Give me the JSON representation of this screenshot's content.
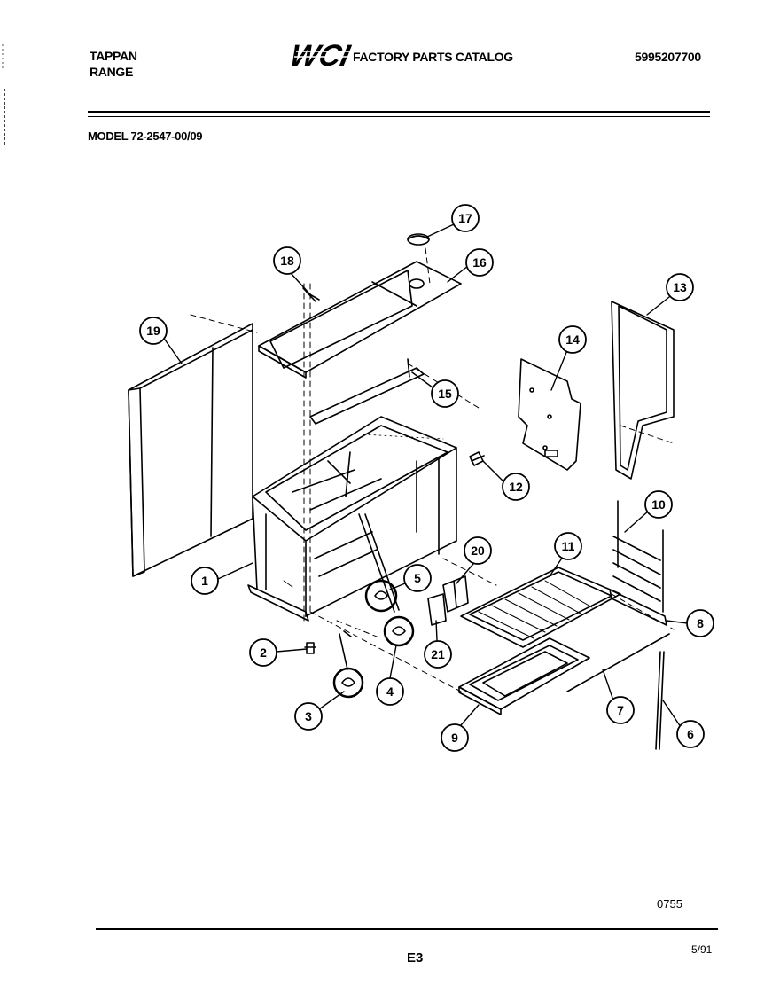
{
  "header": {
    "brand_line1": "TAPPAN",
    "brand_line2": "RANGE",
    "logo_text": "WCI",
    "catalog_title": "FACTORY PARTS CATALOG",
    "catalog_number": "5995207700",
    "model": "MODEL 72-2547-00/09"
  },
  "parts": [
    {
      "id": "1",
      "label": "1"
    },
    {
      "id": "2",
      "label": "2"
    },
    {
      "id": "3",
      "label": "3"
    },
    {
      "id": "4",
      "label": "4"
    },
    {
      "id": "5",
      "label": "5"
    },
    {
      "id": "6",
      "label": "6"
    },
    {
      "id": "7",
      "label": "7"
    },
    {
      "id": "8",
      "label": "8"
    },
    {
      "id": "9",
      "label": "9"
    },
    {
      "id": "10",
      "label": "10"
    },
    {
      "id": "11",
      "label": "11"
    },
    {
      "id": "12",
      "label": "12"
    },
    {
      "id": "13",
      "label": "13"
    },
    {
      "id": "14",
      "label": "14"
    },
    {
      "id": "15",
      "label": "15"
    },
    {
      "id": "16",
      "label": "16"
    },
    {
      "id": "17",
      "label": "17"
    },
    {
      "id": "18",
      "label": "18"
    },
    {
      "id": "19",
      "label": "19"
    },
    {
      "id": "20",
      "label": "20"
    },
    {
      "id": "21",
      "label": "21"
    }
  ],
  "footer": {
    "drawing_code": "0755",
    "page": "E3",
    "revision_date": "5/91"
  }
}
